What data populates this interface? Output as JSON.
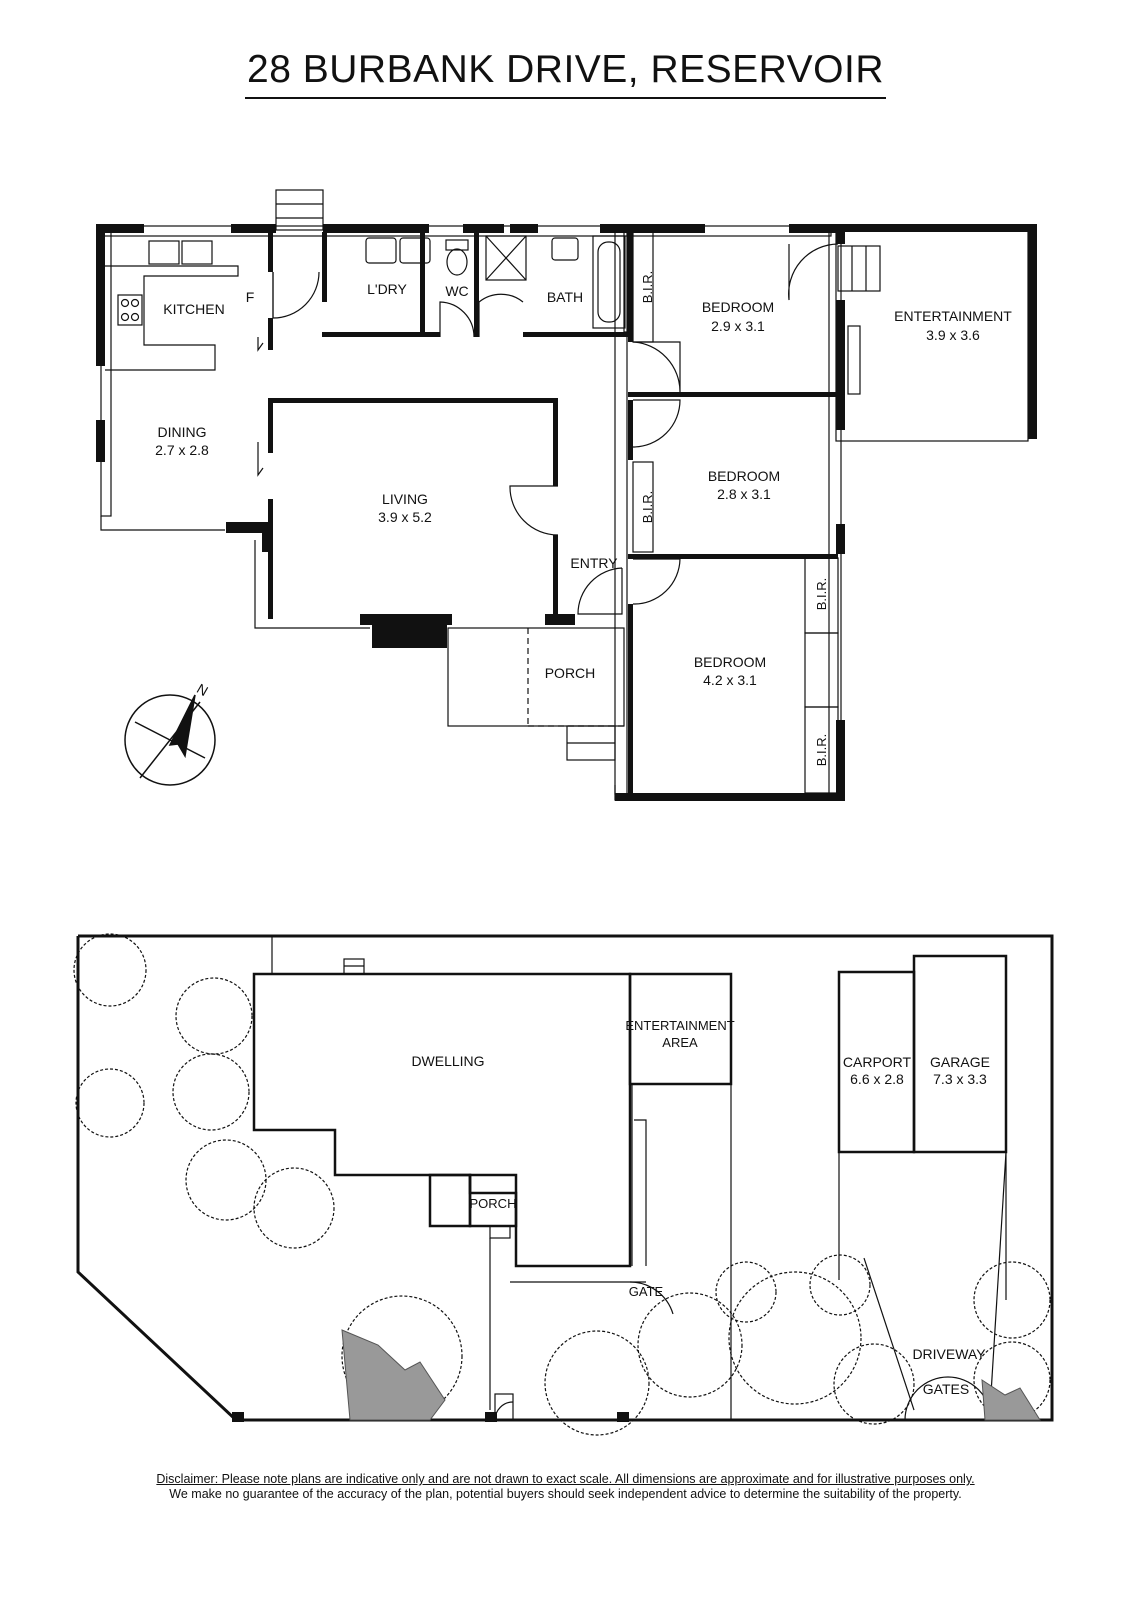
{
  "title": "28 BURBANK DRIVE, RESERVOIR",
  "floor_plan": {
    "rooms": {
      "kitchen": "KITCHEN",
      "fridge": "F",
      "laundry": "L'DRY",
      "wc": "WC",
      "bath": "BATH",
      "bir": "B.I.R.",
      "bedroom1": {
        "name": "BEDROOM",
        "size": "2.9 x 3.1"
      },
      "entertainment": {
        "name": "ENTERTAINMENT",
        "size": "3.9 x 3.6"
      },
      "dining": {
        "name": "DINING",
        "size": "2.7 x 2.8"
      },
      "living": {
        "name": "LIVING",
        "size": "3.9 x 5.2"
      },
      "bedroom2": {
        "name": "BEDROOM",
        "size": "2.8 x 3.1"
      },
      "entry": "ENTRY",
      "porch": "PORCH",
      "bedroom3": {
        "name": "BEDROOM",
        "size": "4.2 x 3.1"
      }
    },
    "compass": "N"
  },
  "site_plan": {
    "dwelling": "DWELLING",
    "entertainment_area": [
      "ENTERTAINMENT",
      "AREA"
    ],
    "porch": "PORCH",
    "carport": {
      "name": "CARPORT",
      "size": "6.6 x 2.8"
    },
    "garage": {
      "name": "GARAGE",
      "size": "7.3 x 3.3"
    },
    "gate": "GATE",
    "driveway": "DRIVEWAY",
    "gates": "GATES"
  },
  "disclaimer": [
    "Disclaimer: Please note plans are indicative only and are not drawn to exact scale. All dimensions are approximate and for illustrative purposes only.",
    "We make no guarantee of the accuracy of the plan, potential buyers should seek independent advice to determine the suitability of the property."
  ]
}
